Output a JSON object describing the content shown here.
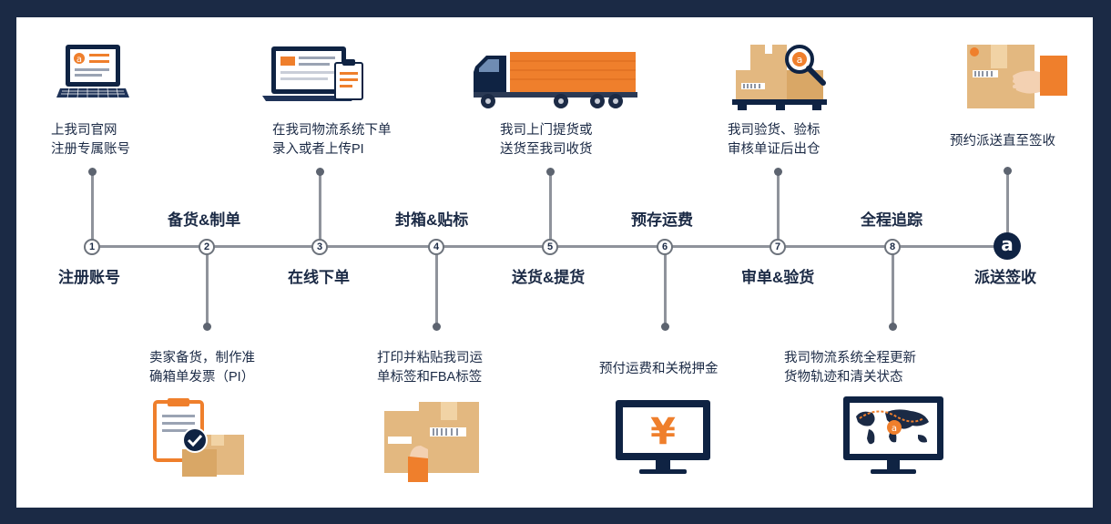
{
  "steps": [
    {
      "number": "1",
      "name": "注册账号",
      "description": "上我司官网\n注册专属账号"
    },
    {
      "number": "2",
      "name": "备货&制单",
      "description": "卖家备货，制作准\n确箱单发票（PI）"
    },
    {
      "number": "3",
      "name": "在线下单",
      "description": "在我司物流系统下单\n录入或者上传PI"
    },
    {
      "number": "4",
      "name": "封箱&贴标",
      "description": "打印并粘贴我司运\n单标签和FBA标签"
    },
    {
      "number": "5",
      "name": "送货&提货",
      "description": "我司上门提货或\n送货至我司收货"
    },
    {
      "number": "6",
      "name": "预存运费",
      "description": "预付运费和关税押金"
    },
    {
      "number": "7",
      "name": "审单&验货",
      "description": "我司验货、验标\n审核单证后出仓"
    },
    {
      "number": "8",
      "name": "全程追踪",
      "description": "我司物流系统全程更新\n货物轨迹和清关状态"
    },
    {
      "number": "a",
      "name": "派送签收",
      "description": "预约派送直至签收"
    }
  ],
  "icons": {
    "step1": "laptop-icon",
    "step2": "clipboard-boxes-icon",
    "step3": "monitor-order-icon",
    "step4": "labeled-boxes-icon",
    "step5": "truck-icon",
    "step6": "yen-monitor-icon",
    "step7": "inspect-boxes-icon",
    "step8": "world-map-monitor-icon",
    "step9": "hand-box-icon"
  },
  "colors": {
    "background": "#1b2a45",
    "panel": "#ffffff",
    "text": "#1b2a45",
    "line": "#8f939b",
    "accent_orange": "#ef7f2c",
    "box_tan": "#e3b880",
    "dark_navy": "#0f2343"
  }
}
